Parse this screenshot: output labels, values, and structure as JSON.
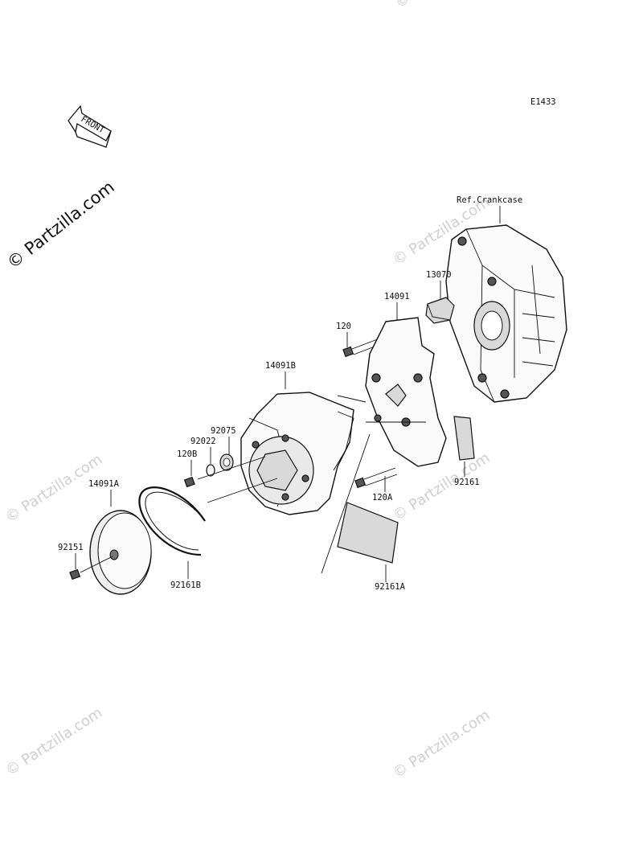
{
  "diagram": {
    "code": "E1433",
    "front_arrow_label": "FRONT",
    "ref_label": "Ref.Crankcase",
    "watermark_main": "© Partzilla.com",
    "watermark_faint": "© Partzilla.com",
    "parts": {
      "p13070": "13070",
      "p14091": "14091",
      "p120": "120",
      "p14091B": "14091B",
      "p92075": "92075",
      "p92022": "92022",
      "p120B": "120B",
      "p14091A": "14091A",
      "p92151": "92151",
      "p92161B": "92161B",
      "p120A": "120A",
      "p92161": "92161",
      "p92161A": "92161A"
    }
  }
}
